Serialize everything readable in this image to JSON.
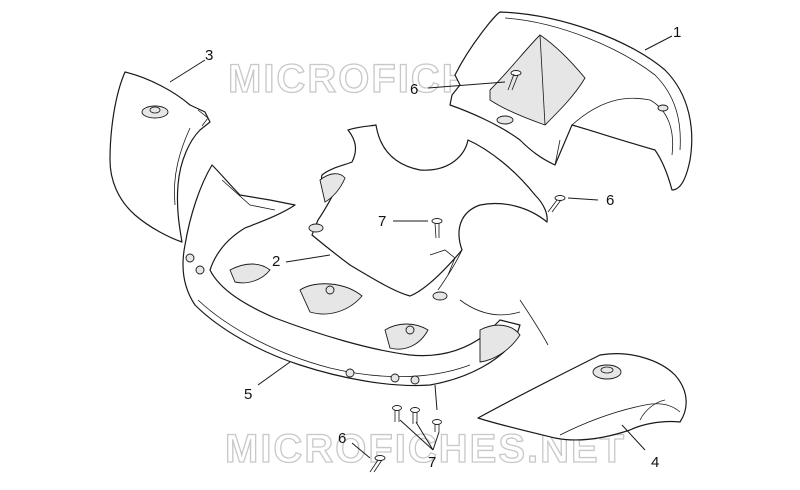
{
  "watermark": {
    "text_top": "MICROFICHES.NET",
    "text_bottom": "MICROFICHES.NET",
    "color": "#c8c8c8"
  },
  "callouts": {
    "c1": "1",
    "c2": "2",
    "c3": "3",
    "c4": "4",
    "c5": "5",
    "c6a": "6",
    "c6b": "6",
    "c6c": "6",
    "c7a": "7",
    "c7b": "7"
  }
}
